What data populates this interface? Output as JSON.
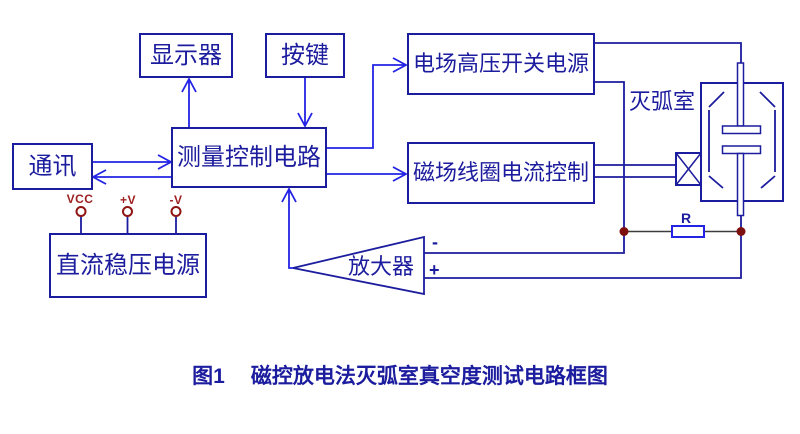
{
  "figure": {
    "caption_label": "图1",
    "caption_text": "磁控放电法灭弧室真空度测试电路框图"
  },
  "blocks": {
    "display": "显示器",
    "keypad": "按键",
    "field_power": "电场高压开关电源",
    "comm": "通讯",
    "control": "测量控制电路",
    "coil_control": "磁场线圈电流控制",
    "dc_power": "直流稳压电源"
  },
  "labels": {
    "arc_chamber": "灭弧室",
    "amplifier": "放大器",
    "resistor": "R",
    "amp_minus": "-",
    "amp_plus": "+"
  },
  "power_terminals": [
    {
      "label": "VCC"
    },
    {
      "label": "+V"
    },
    {
      "label": "-V"
    }
  ],
  "colors": {
    "structure_navy": "#1c1c9e",
    "signal_blue": "#2323e6",
    "terminal_red": "#9e2020",
    "junction_maroon": "#7d0f0f",
    "resistor_wire": "#3c3c3c"
  }
}
